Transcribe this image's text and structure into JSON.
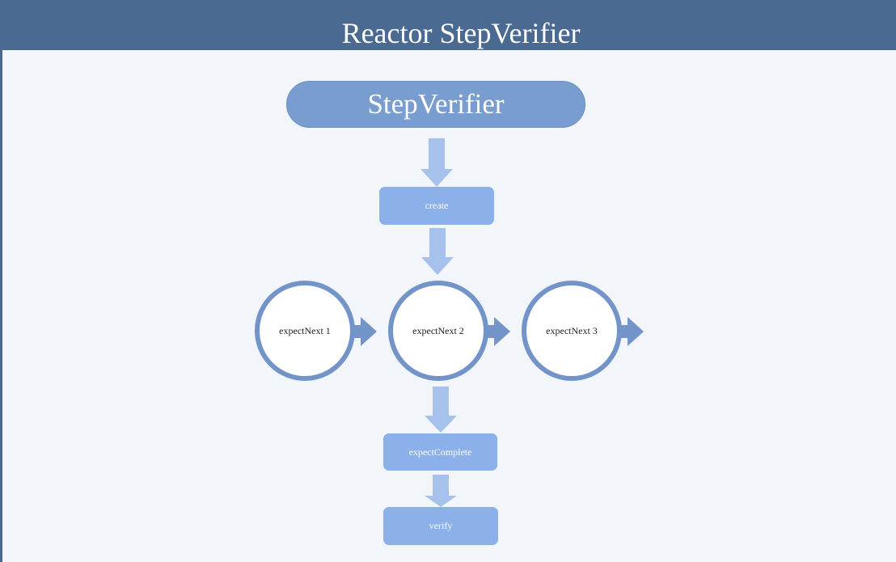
{
  "header": {
    "title": "Reactor StepVerifier"
  },
  "diagram": {
    "root": "StepVerifier",
    "create": "create",
    "steps": [
      "expectNext 1",
      "expectNext 2",
      "expectNext 3"
    ],
    "complete": "expectComplete",
    "verify": "verify"
  },
  "colors": {
    "header": "#4a6a92",
    "background": "#f2f6fa",
    "pill": "#789dce",
    "box": "#8bb0ea",
    "ring": "#7394c8",
    "down_arrow": "#a6c2ec",
    "side_arrow": "#7394c8"
  }
}
